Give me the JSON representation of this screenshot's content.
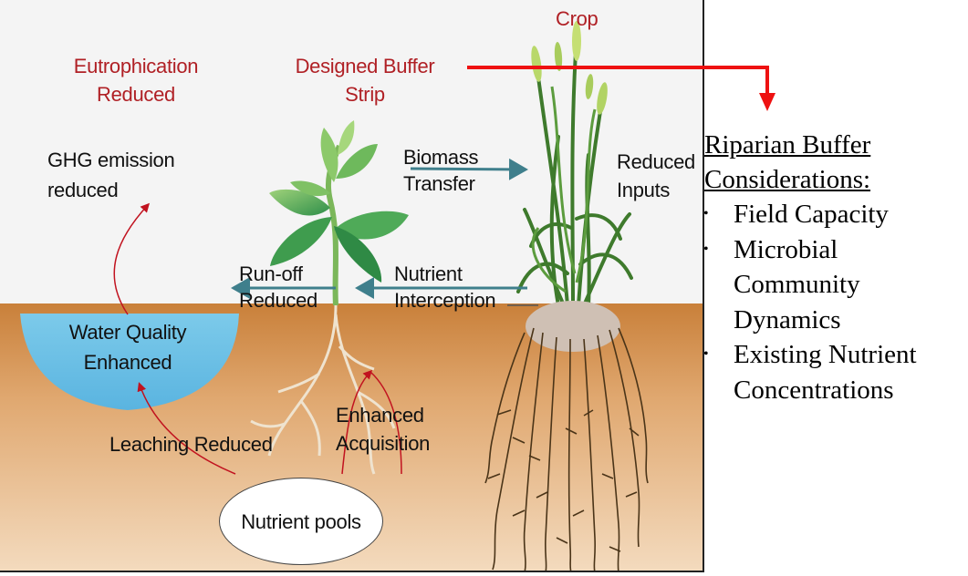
{
  "diagram": {
    "labels": {
      "crop": "Crop",
      "eutrophication": [
        "Eutrophication",
        "Reduced"
      ],
      "buffer_strip": [
        "Designed Buffer",
        "Strip"
      ],
      "ghg": [
        "GHG emission",
        "reduced"
      ],
      "biomass": [
        "Biomass",
        "Transfer"
      ],
      "reduced_inputs": [
        "Reduced",
        "Inputs"
      ],
      "runoff": [
        "Run-off",
        "Reduced"
      ],
      "nutrient_interception": [
        "Nutrient",
        "Interception"
      ],
      "water_quality": [
        "Water Quality",
        "Enhanced"
      ],
      "enhanced_acquisition": [
        "Enhanced",
        "Acquisition"
      ],
      "leaching": "Leaching Reduced",
      "nutrient_pools": "Nutrient pools"
    },
    "colors": {
      "label_red": "#b02025",
      "pointer_red": "#ee1111",
      "arrow_teal": "#3f7f8c",
      "soil": "#d0904a",
      "water": "#6ec2e8",
      "leaf_green": "#5aac55"
    }
  },
  "sidebar": {
    "title_lines": [
      "Riparian Buffer",
      "Considerations:"
    ],
    "items": [
      "Field Capacity",
      "Microbial Community Dynamics",
      "Existing Nutrient Concentrations"
    ],
    "bullet_icon": "bullet-dot-icon"
  }
}
